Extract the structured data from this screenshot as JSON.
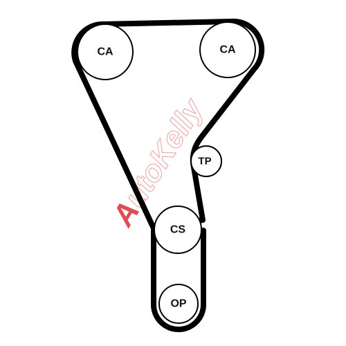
{
  "diagram": {
    "pulleys": {
      "camshaft_left": {
        "label": "CA"
      },
      "camshaft_right": {
        "label": "CA"
      },
      "tensioner": {
        "label": "TP"
      },
      "crankshaft": {
        "label": "CS"
      },
      "oil_pump": {
        "label": "OP"
      }
    },
    "watermark": {
      "first_letter": "A",
      "rest": "utoKelly"
    }
  },
  "colors": {
    "belt": "#000000",
    "pulley_stroke": "#000000",
    "watermark_accent": "#d8303a",
    "watermark_outline": "#e9a0a0"
  }
}
